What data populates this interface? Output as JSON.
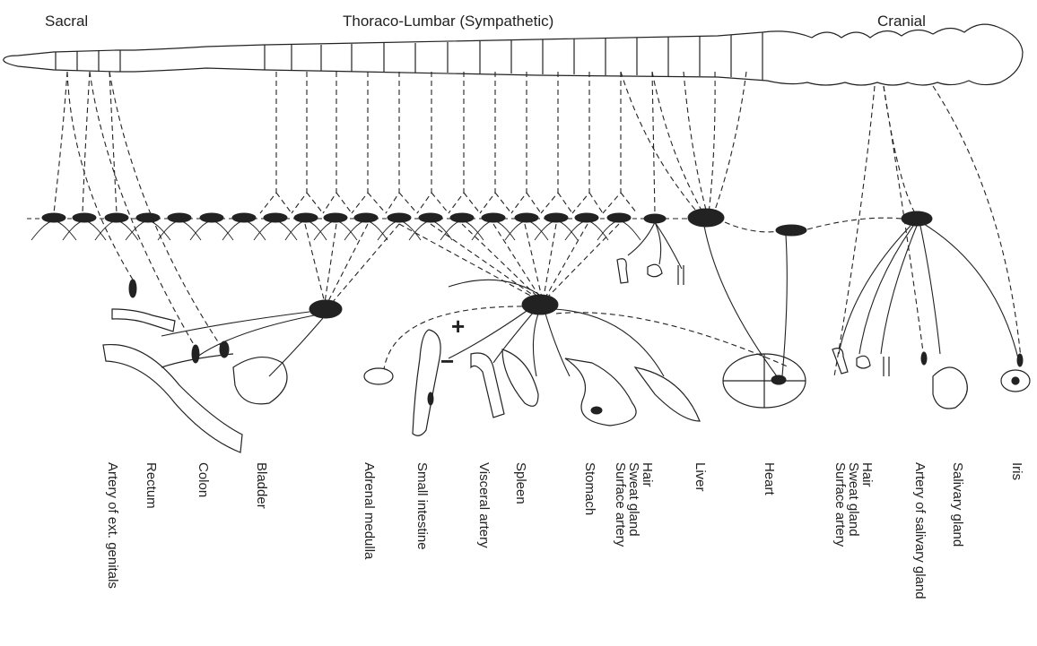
{
  "regions": {
    "sacral": "Sacral",
    "thoraco_lumbar": "Thoraco-Lumbar (Sympathetic)",
    "cranial": "Cranial"
  },
  "organs": [
    "Artery of ext. genitals",
    "Rectum",
    "Colon",
    "Bladder",
    "Adrenal medulla",
    "Small intestine",
    "Visceral artery",
    "Spleen",
    "Stomach",
    "Surface artery",
    "Sweat gland",
    "Hair",
    "Liver",
    "Heart",
    "Surface artery",
    "Sweat gland",
    "Hair",
    "Artery of salivary gland",
    "Salivary gland",
    "Iris"
  ],
  "signs": {
    "plus": "+",
    "minus": "−"
  }
}
